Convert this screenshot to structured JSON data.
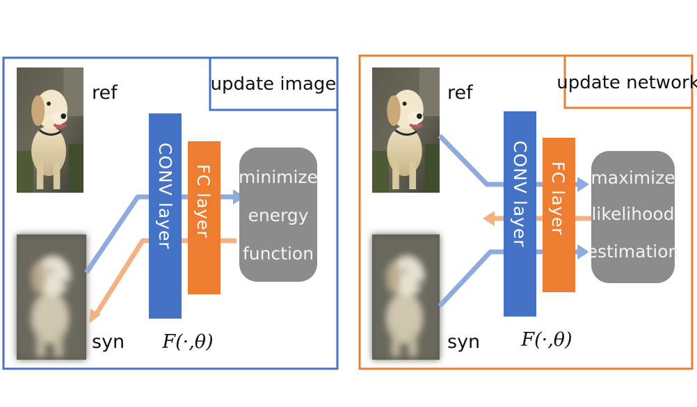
{
  "colors": {
    "left_frame": "#4472c4",
    "right_frame": "#ed7d31",
    "conv": "#4472c4",
    "fc": "#ed7d31",
    "gray_box": "#8c8c8c",
    "blue_arrow": "#8faadc",
    "orange_arrow": "#f4b183"
  },
  "left_panel": {
    "mode_label": "update image",
    "ref_label": "ref",
    "syn_label": "syn",
    "conv_label": "CONV layer",
    "fc_label": "FC layer",
    "objective_lines": [
      "minimize",
      "energy",
      "function"
    ],
    "function_label": "F(·,θ)"
  },
  "right_panel": {
    "mode_label": "update network",
    "ref_label": "ref",
    "syn_label": "syn",
    "conv_label": "CONV layer",
    "fc_label": "FC layer",
    "objective_lines": [
      "maximize",
      "likelihood",
      "estimation"
    ],
    "function_label": "F(·,θ)"
  },
  "images": {
    "ref": "dog-photo-icon",
    "syn": "blurry-dog-photo-icon"
  }
}
